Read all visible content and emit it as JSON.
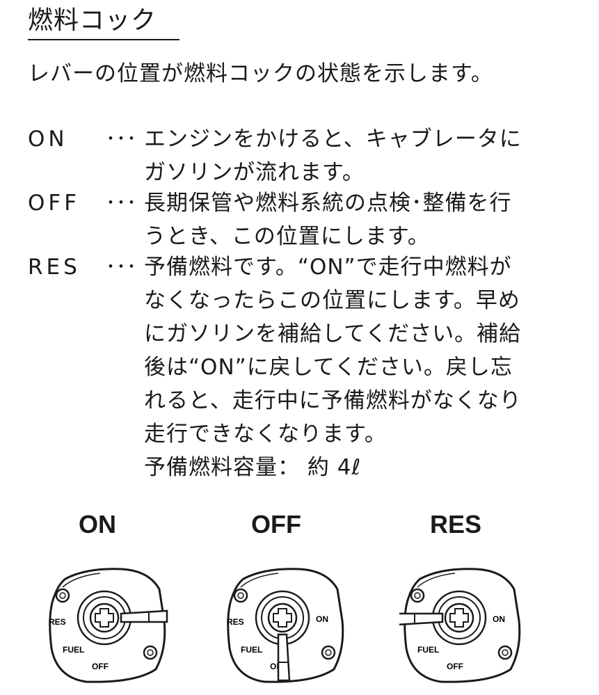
{
  "title": "燃料コック",
  "intro": "レバーの位置が燃料コックの状態を示します。",
  "entries": [
    {
      "term": "ON",
      "dots": "･･･",
      "lines": [
        "エンジンをかけると、キャブレータに",
        "ガソリンが流れます。"
      ]
    },
    {
      "term": "OFF",
      "dots": "･･･",
      "lines": [
        "長期保管や燃料系統の点検･整備を行",
        "うとき、この位置にします。"
      ]
    },
    {
      "term": "RES",
      "dots": "･･･",
      "lines": [
        "予備燃料です。“ON”で走行中燃料が",
        "なくなったらこの位置にします。早め",
        "にガソリンを補給してください。補給",
        "後は“ON”に戻してください。戻し忘",
        "れると、走行中に予備燃料がなくなり",
        "走行できなくなります。",
        "予備燃料容量：  約 4ℓ"
      ]
    }
  ],
  "figures": [
    {
      "caption": "ON",
      "lever_position": "ON",
      "labels": {
        "res": "RES",
        "fuel": "FUEL",
        "off": "OFF",
        "on": ""
      }
    },
    {
      "caption": "OFF",
      "lever_position": "OFF",
      "labels": {
        "res": "RES",
        "fuel": "FUEL",
        "off": "OFF",
        "on": "ON"
      }
    },
    {
      "caption": "RES",
      "lever_position": "RES",
      "labels": {
        "res": "",
        "fuel": "FUEL",
        "off": "OFF",
        "on": "ON"
      }
    }
  ]
}
